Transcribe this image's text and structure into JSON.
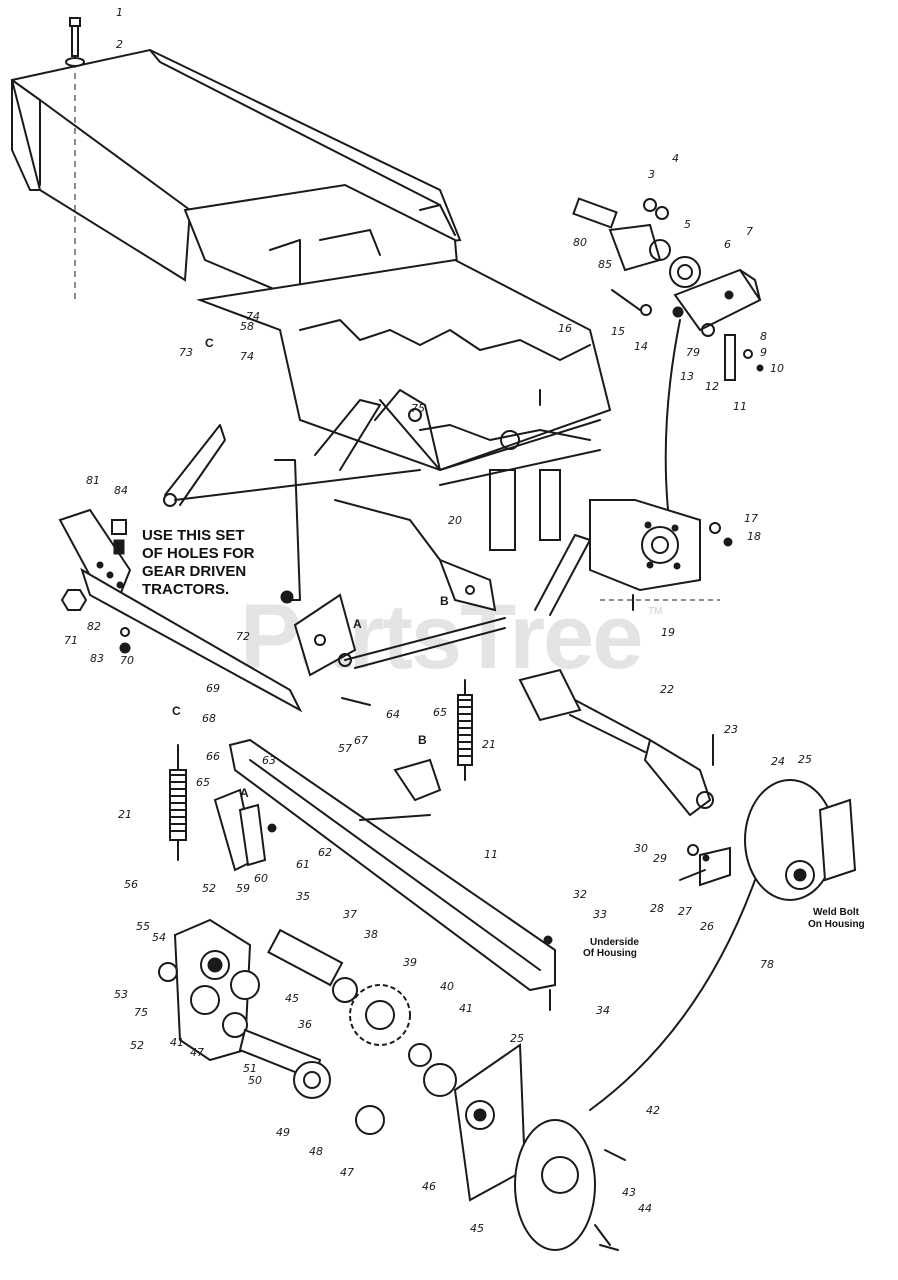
{
  "watermark": {
    "text": "PartsTree",
    "trademark": "TM"
  },
  "instruction_note": {
    "lines": [
      "USE THIS SET",
      "OF HOLES FOR",
      "GEAR DRIVEN",
      "TRACTORS."
    ]
  },
  "annotations": {
    "underside": [
      "Underside",
      "Of Housing"
    ],
    "weld_bolt": [
      "Weld Bolt",
      "On Housing"
    ]
  },
  "section_letters": [
    "C",
    "B",
    "A",
    "C",
    "A",
    "B"
  ],
  "callouts": [
    "1",
    "2",
    "3",
    "4",
    "5",
    "6",
    "7",
    "8",
    "9",
    "10",
    "11",
    "12",
    "13",
    "14",
    "15",
    "80",
    "85",
    "79",
    "58",
    "74",
    "73",
    "74",
    "16",
    "75",
    "20",
    "17",
    "18",
    "19",
    "81",
    "84",
    "71",
    "82",
    "83",
    "70",
    "72",
    "69",
    "68",
    "67",
    "64",
    "65",
    "21",
    "66",
    "65",
    "63",
    "57",
    "61",
    "62",
    "59",
    "60",
    "21",
    "56",
    "52",
    "55",
    "54",
    "53",
    "75",
    "52",
    "41",
    "47",
    "51",
    "50",
    "49",
    "48",
    "47",
    "35",
    "37",
    "38",
    "45",
    "36",
    "39",
    "40",
    "41",
    "25",
    "46",
    "45",
    "42",
    "43",
    "44",
    "11",
    "32",
    "33",
    "34",
    "22",
    "23",
    "24",
    "25",
    "30",
    "29",
    "28",
    "27",
    "26",
    "78"
  ],
  "colors": {
    "ink": "#1a1a1a",
    "paper": "#ffffff",
    "watermark": "#cfcfcf"
  }
}
